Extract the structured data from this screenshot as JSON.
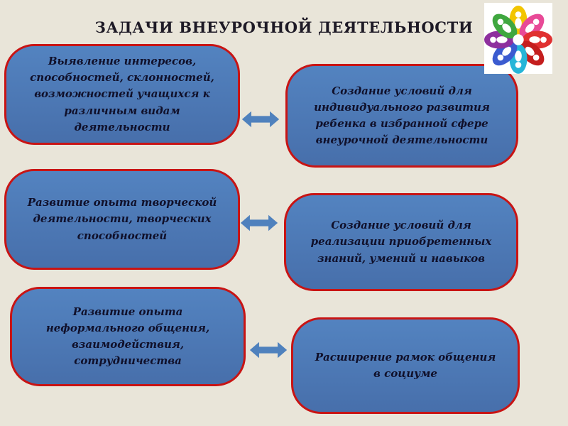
{
  "theme": {
    "background": "#e9e5d9",
    "box_fill": "#4a77b4",
    "box_border": "#c81414",
    "box_text_color": "#10102a",
    "arrow_color": "#4f81bd",
    "arrow_outline": "#33608f",
    "title_color": "#1e1a26"
  },
  "title": "ЗАДАЧИ ВНЕУРОЧНОЙ ДЕЯТЕЛЬНОСТИ",
  "left_tasks": [
    {
      "label": "Выявление интересов, способностей, склонностей, возможностей учащихся к различным видам деятельности"
    },
    {
      "label": "Развитие опыта творческой деятельности, творческих способностей"
    },
    {
      "label": "Развитие опыта неформального общения, взаимодействия, сотрудничества"
    }
  ],
  "right_tasks": [
    {
      "label": "Создание условий для индивидуального развития ребенка в избранной сфере внеурочной деятельности"
    },
    {
      "label": "Создание условий для реализации приобретенных знаний, умений и навыков"
    },
    {
      "label": "Расширение рамок общения в социуме"
    }
  ],
  "logo": {
    "name": "flower-people-logo",
    "petal_colors": [
      "#f2c500",
      "#e84a97",
      "#e03030",
      "#c41e1e",
      "#25b5d8",
      "#3b5bd0",
      "#8e2f9e",
      "#3fa73f"
    ]
  }
}
